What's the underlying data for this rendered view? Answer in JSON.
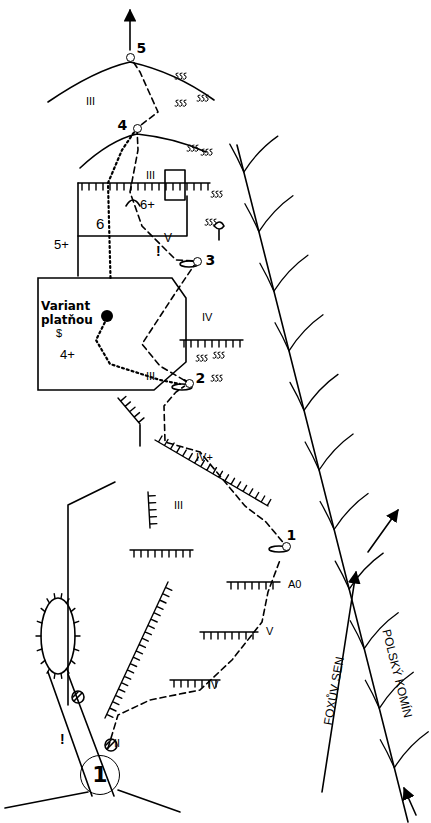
{
  "diagram": {
    "nodes": [
      {
        "text": [
          "5"
        ]
      },
      {
        "text": [
          "4"
        ]
      },
      {
        "text": [
          "3"
        ]
      },
      {
        "text": [
          "Variant platňou"
        ]
      },
      {
        "text": [
          "2"
        ]
      },
      {
        "text": [
          "1"
        ]
      },
      {
        "text": [
          "1"
        ]
      }
    ],
    "edges": [
      {
        "from": 5,
        "to": 4,
        "arrow": "none"
      },
      {
        "from": 4,
        "to": 2,
        "arrow": "none"
      },
      {
        "from": 2,
        "to": 1,
        "arrow": "none"
      },
      {
        "from": 1,
        "to": 0,
        "arrow": "none"
      },
      {
        "from": 4,
        "to": 3,
        "arrow": "none"
      },
      {
        "from": 3,
        "to": 1,
        "arrow": "none"
      }
    ],
    "labels": [
      "III",
      "III",
      "6",
      "6+",
      "5+",
      "V",
      "!",
      "IV",
      "4+",
      "$",
      "III",
      "IV+",
      "III",
      "A0",
      "V",
      "IV",
      "II",
      "!",
      "FOXŮV SEN",
      "POLSKÝ KOMÍN"
    ]
  }
}
